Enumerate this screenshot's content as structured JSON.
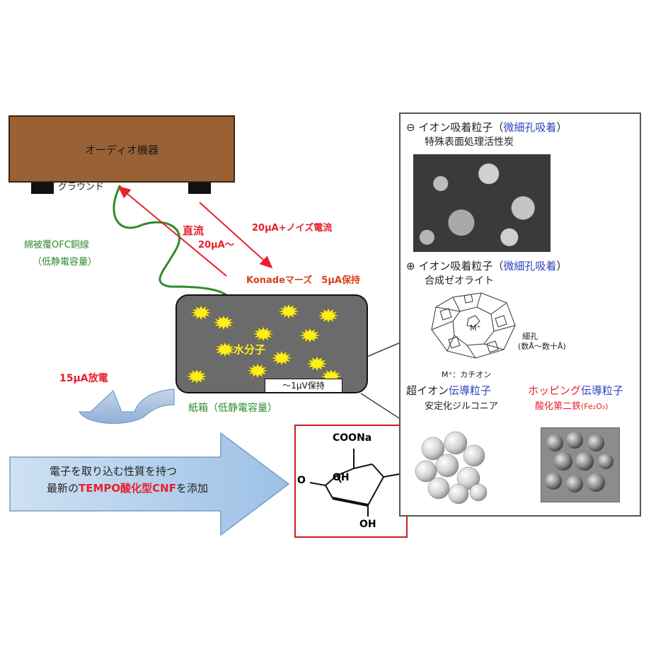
{
  "audio_device": {
    "label": "オーディオ機器",
    "ground_label": "グラウンド"
  },
  "wire": {
    "line1": "綿被覆OFC銅線",
    "line2": "（低静電容量）"
  },
  "direct_current": {
    "line1": "直流",
    "line2": "20μA～"
  },
  "noise_current": {
    "label": "20μA+ノイズ電流"
  },
  "konade": {
    "label": "Konadeマーズ　5μA保持"
  },
  "paper_box": {
    "water_label": "水分子",
    "hold_label": "～1μV保持",
    "caption": "紙箱（低静電容量）"
  },
  "discharge": {
    "label": "15μA放電"
  },
  "tempo": {
    "line1": "電子を取り込む性質を持つ",
    "line2_prefix": "最新の",
    "line2_highlight": "TEMPO酸化型CNF",
    "line2_suffix": "を添加"
  },
  "cnf_structure": {
    "cooNa": "COONa",
    "oh1": "OH",
    "oh2": "OH",
    "o": "O"
  },
  "panel": {
    "carbon": {
      "symbol": "⊖",
      "title_prefix": "イオン吸着粒子（",
      "title_highlight": "微細孔吸着",
      "title_suffix": "）",
      "subtitle": "特殊表面処理活性炭"
    },
    "zeolite": {
      "symbol": "⊕",
      "title_prefix": "イオン吸着粒子（",
      "title_highlight": "微細孔吸着",
      "title_suffix": "）",
      "subtitle": "合成ゼオライト",
      "m_label": "M⁺",
      "pore_line1": "細孔",
      "pore_line2": "(数Å～数十Å)",
      "cation_label": "M⁺：カチオン"
    },
    "zirconia": {
      "title_prefix": "超イオン",
      "title_highlight": "伝導粒子",
      "subtitle": "安定化ジルコニア"
    },
    "hopping": {
      "title_prefix": "ホッピング",
      "title_highlight": "伝導粒子",
      "subtitle_prefix": "酸化第二鉄",
      "subtitle_formula": "(Fe₂O₃)"
    }
  },
  "colors": {
    "red": "#e8202a",
    "green": "#2e8b2e",
    "blue": "#2f3fbf",
    "device_brown": "#9a6234",
    "box_gray": "#6b6b6b",
    "particle_yellow": "#ffee1a"
  }
}
